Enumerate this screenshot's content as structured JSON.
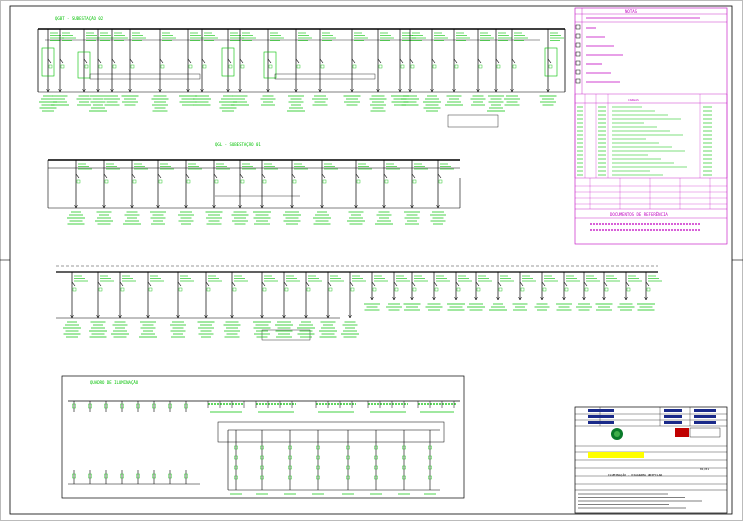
{
  "drawing": {
    "section_titles": [
      "QGBT - SUBESTAÇÃO 02",
      "QGL - SUBESTAÇÃO 01",
      "QUADRO DE ILUMINAÇÃO"
    ],
    "colors": {
      "busbar": "#000000",
      "labels": "#00c000",
      "legend": "#c000c0",
      "frame": "#000000",
      "title_highlight": "#ffff00",
      "logo": "#0a7a2a",
      "brand": "#c00000"
    }
  },
  "legend": {
    "header": "NOTAS",
    "symbols": [
      "simbolo-1",
      "simbolo-2",
      "simbolo-3",
      "simbolo-4",
      "simbolo-5",
      "simbolo-6",
      "simbolo-7"
    ],
    "table_header": "CARGAS",
    "reference_header": "DOCUMENTOS DE REFERÊNCIA"
  },
  "title_block": {
    "title": "ILUMINAÇÃO - DIAGRAMA UNIFILAR",
    "sheet": "01/01"
  }
}
